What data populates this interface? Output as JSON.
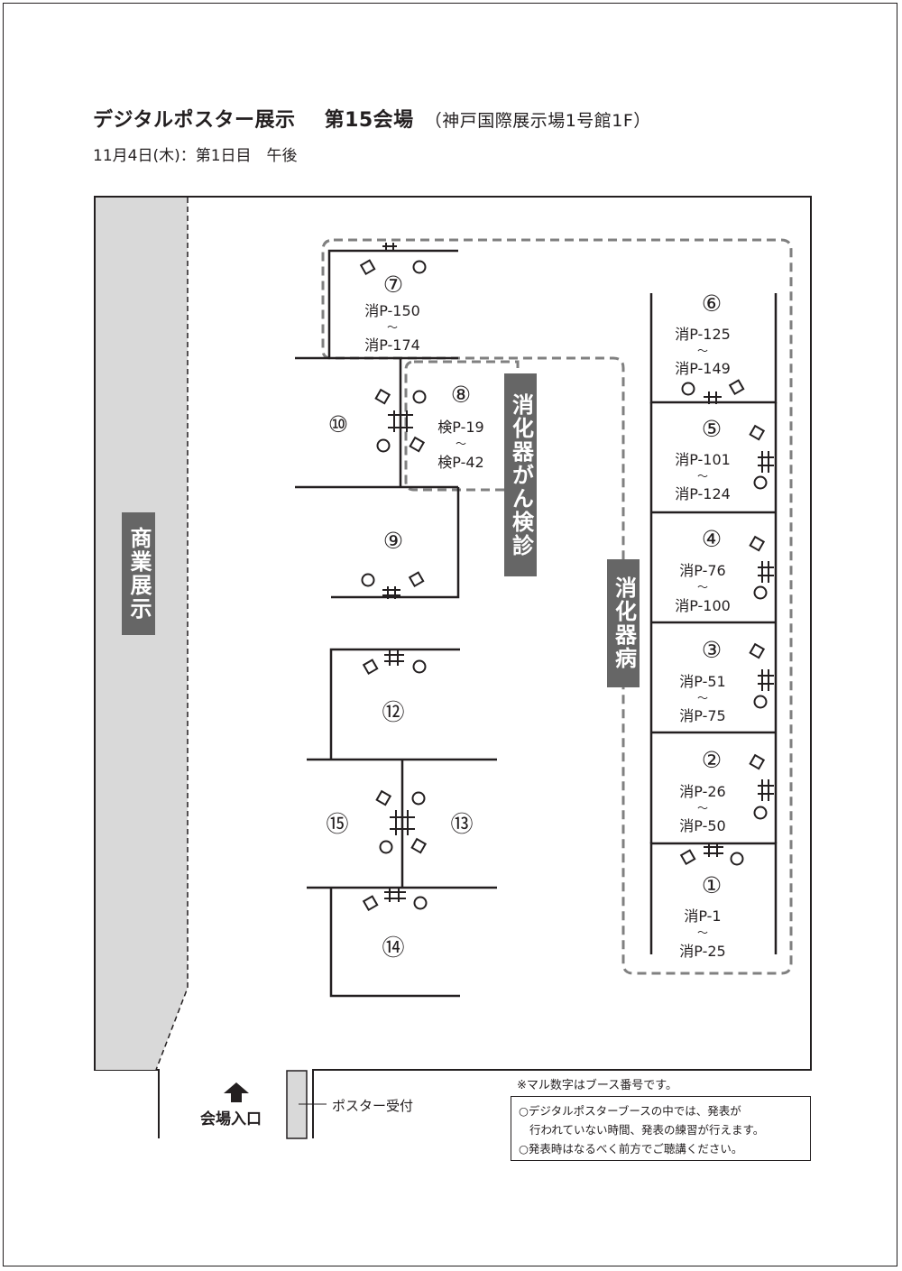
{
  "title": {
    "main": "デジタルポスター展示",
    "venue": "第15会場",
    "venue_sub": "（神戸国際展示場1号館1F）"
  },
  "subtitle": "11月4日(木)：第1日目　午後",
  "zones": {
    "commercial": "商業展示",
    "gi_cancer": "消化器がん検診",
    "gi_disease": "消化器病"
  },
  "booths": [
    {
      "no": "①",
      "from": "消P-1",
      "tilde": "～",
      "to": "消P-25"
    },
    {
      "no": "②",
      "from": "消P-26",
      "tilde": "～",
      "to": "消P-50"
    },
    {
      "no": "③",
      "from": "消P-51",
      "tilde": "～",
      "to": "消P-75"
    },
    {
      "no": "④",
      "from": "消P-76",
      "tilde": "～",
      "to": "消P-100"
    },
    {
      "no": "⑤",
      "from": "消P-101",
      "tilde": "～",
      "to": "消P-124"
    },
    {
      "no": "⑥",
      "from": "消P-125",
      "tilde": "～",
      "to": "消P-149"
    },
    {
      "no": "⑦",
      "from": "消P-150",
      "tilde": "～",
      "to": "消P-174"
    },
    {
      "no": "⑧",
      "from": "検P-19",
      "tilde": "～",
      "to": "検P-42"
    },
    {
      "no": "⑨"
    },
    {
      "no": "⑩"
    },
    {
      "no": "⑫"
    },
    {
      "no": "⑬"
    },
    {
      "no": "⑭"
    },
    {
      "no": "⑮"
    }
  ],
  "entrance": "会場入口",
  "reception": "ポスター受付",
  "notes": {
    "head": "※マル数字はブース番号です。",
    "line1": "○デジタルポスターブースの中では、発表が",
    "line2": "行われていない時間、発表の練習が行えます。",
    "line3": "○発表時はなるべく前方でご聴講ください。"
  },
  "colors": {
    "line": "#231f20",
    "commercial_fill": "#d9d9d9",
    "label_bg": "#666666",
    "dash": "#808080"
  }
}
